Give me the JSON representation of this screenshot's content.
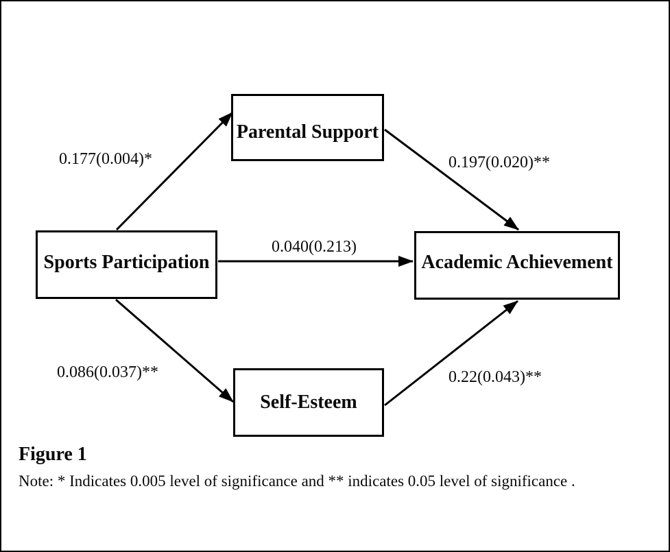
{
  "colors": {
    "background": "#ffffff",
    "line": "#000000",
    "text": "#0a0a0a"
  },
  "figure": {
    "caption": "Figure 1",
    "note": "Note: * Indicates 0.005 level of significance and ** indicates 0.05 level of significance ."
  },
  "diagram": {
    "type": "path-model",
    "nodes": {
      "sports": {
        "label": "Sports Participation"
      },
      "parental": {
        "label": "Parental Support"
      },
      "self_esteem": {
        "label": "Self-Esteem"
      },
      "academic": {
        "label": "Academic Achievement"
      }
    },
    "edges": {
      "sports_to_parental": {
        "from": "sports",
        "to": "parental",
        "label": "0.177(0.004)*"
      },
      "parental_to_academic": {
        "from": "parental",
        "to": "academic",
        "label": "0.197(0.020)**"
      },
      "sports_to_academic": {
        "from": "sports",
        "to": "academic",
        "label": "0.040(0.213)"
      },
      "sports_to_self_esteem": {
        "from": "sports",
        "to": "self_esteem",
        "label": "0.086(0.037)**"
      },
      "self_esteem_to_academic": {
        "from": "self_esteem",
        "to": "academic",
        "label": "0.22(0.043)**"
      }
    }
  }
}
